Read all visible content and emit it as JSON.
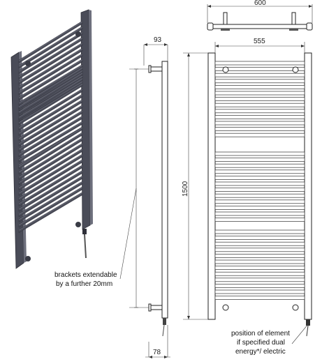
{
  "dimensions": {
    "total_width": "600",
    "rail_width": "555",
    "height": "1500",
    "top_depth": "93",
    "bottom_depth": "78"
  },
  "notes": {
    "brackets_line1": "brackets extendable",
    "brackets_line2": "by a further 20mm",
    "element_line1": "position of element",
    "element_line2": "if specified dual",
    "element_line3": "energy*/ electric"
  },
  "colors": {
    "rail": "#4a4c58",
    "rail_light": "#6d6f7c",
    "rail_dark": "#2f3039"
  }
}
